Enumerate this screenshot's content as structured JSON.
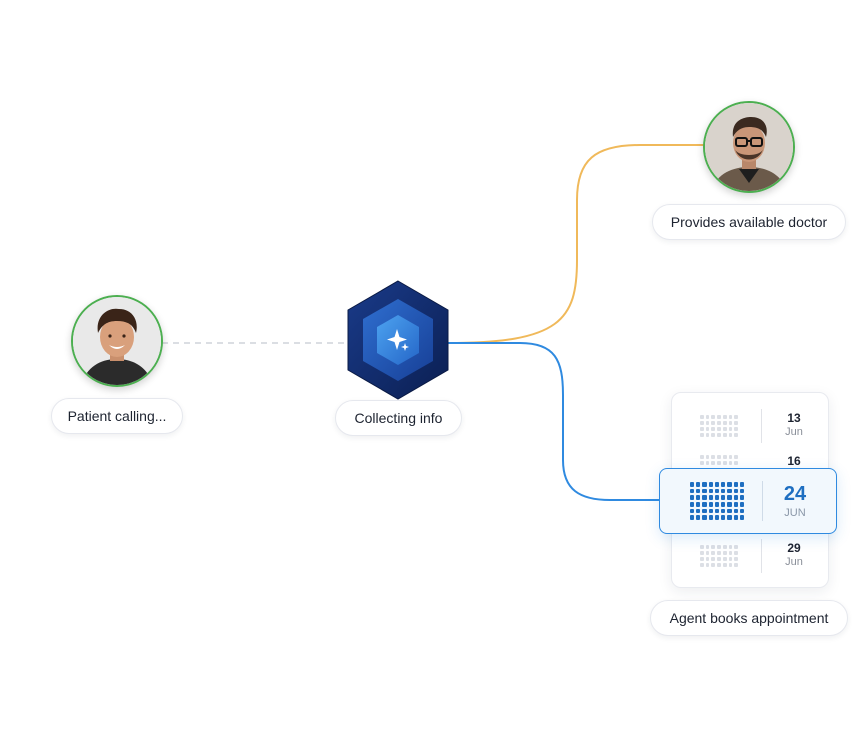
{
  "nodes": {
    "patient": {
      "label": "Patient calling..."
    },
    "hub": {
      "label": "Collecting info"
    },
    "doctor": {
      "label": "Provides available doctor"
    },
    "booking": {
      "label": "Agent books appointment"
    }
  },
  "calendar": {
    "rows": [
      {
        "day": "13",
        "month": "Jun"
      },
      {
        "day": "16",
        "month": ""
      },
      {
        "day": "29",
        "month": "Jun"
      }
    ],
    "selected": {
      "day": "24",
      "month": "JUN"
    }
  },
  "colors": {
    "avatar_ring": "#4caf50",
    "doctor_link": "#f0b95a",
    "booking_link": "#2f8ae0",
    "patient_link": "#cfd3da",
    "hub_dark": "#0f2a66",
    "hub_light": "#3a8ee6",
    "selected_accent": "#1f6fc1"
  },
  "icons": {
    "hub": "sparkle-icon",
    "patient_avatar": "person-avatar",
    "doctor_avatar": "person-avatar"
  }
}
